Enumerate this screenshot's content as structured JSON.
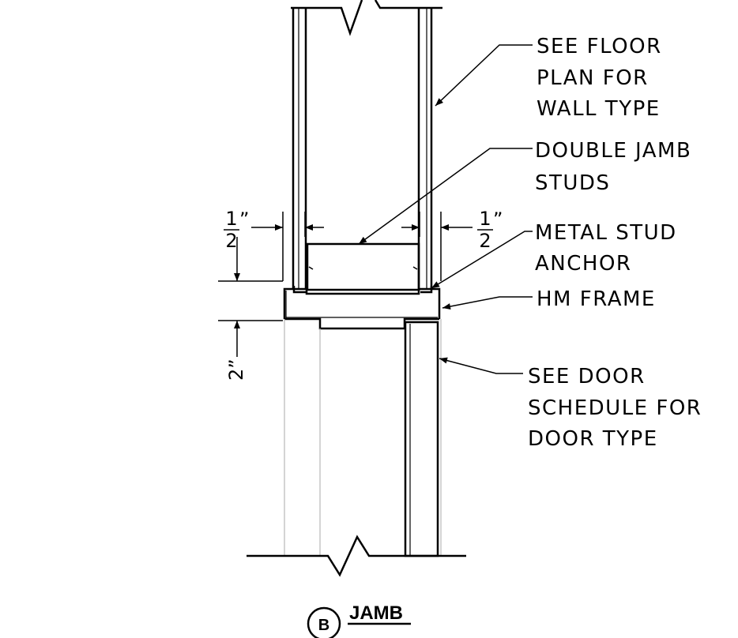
{
  "callouts": {
    "wall_type": [
      "SEE FLOOR",
      "PLAN FOR",
      "WALL TYPE"
    ],
    "jamb_studs": [
      "DOUBLE JAMB",
      "STUDS"
    ],
    "stud_anchor": [
      "METAL STUD",
      "ANCHOR"
    ],
    "hm_frame": [
      "HM FRAME"
    ],
    "door_type": [
      "SEE DOOR",
      "SCHEDULE FOR",
      "DOOR TYPE"
    ]
  },
  "dimensions": {
    "left_offset": {
      "num": "1",
      "den": "2",
      "unit": "”"
    },
    "right_offset": {
      "num": "1",
      "den": "2",
      "unit": "”"
    },
    "frame_depth": {
      "label": "2”"
    }
  },
  "detail": {
    "mark": "B",
    "title": "JAMB"
  }
}
